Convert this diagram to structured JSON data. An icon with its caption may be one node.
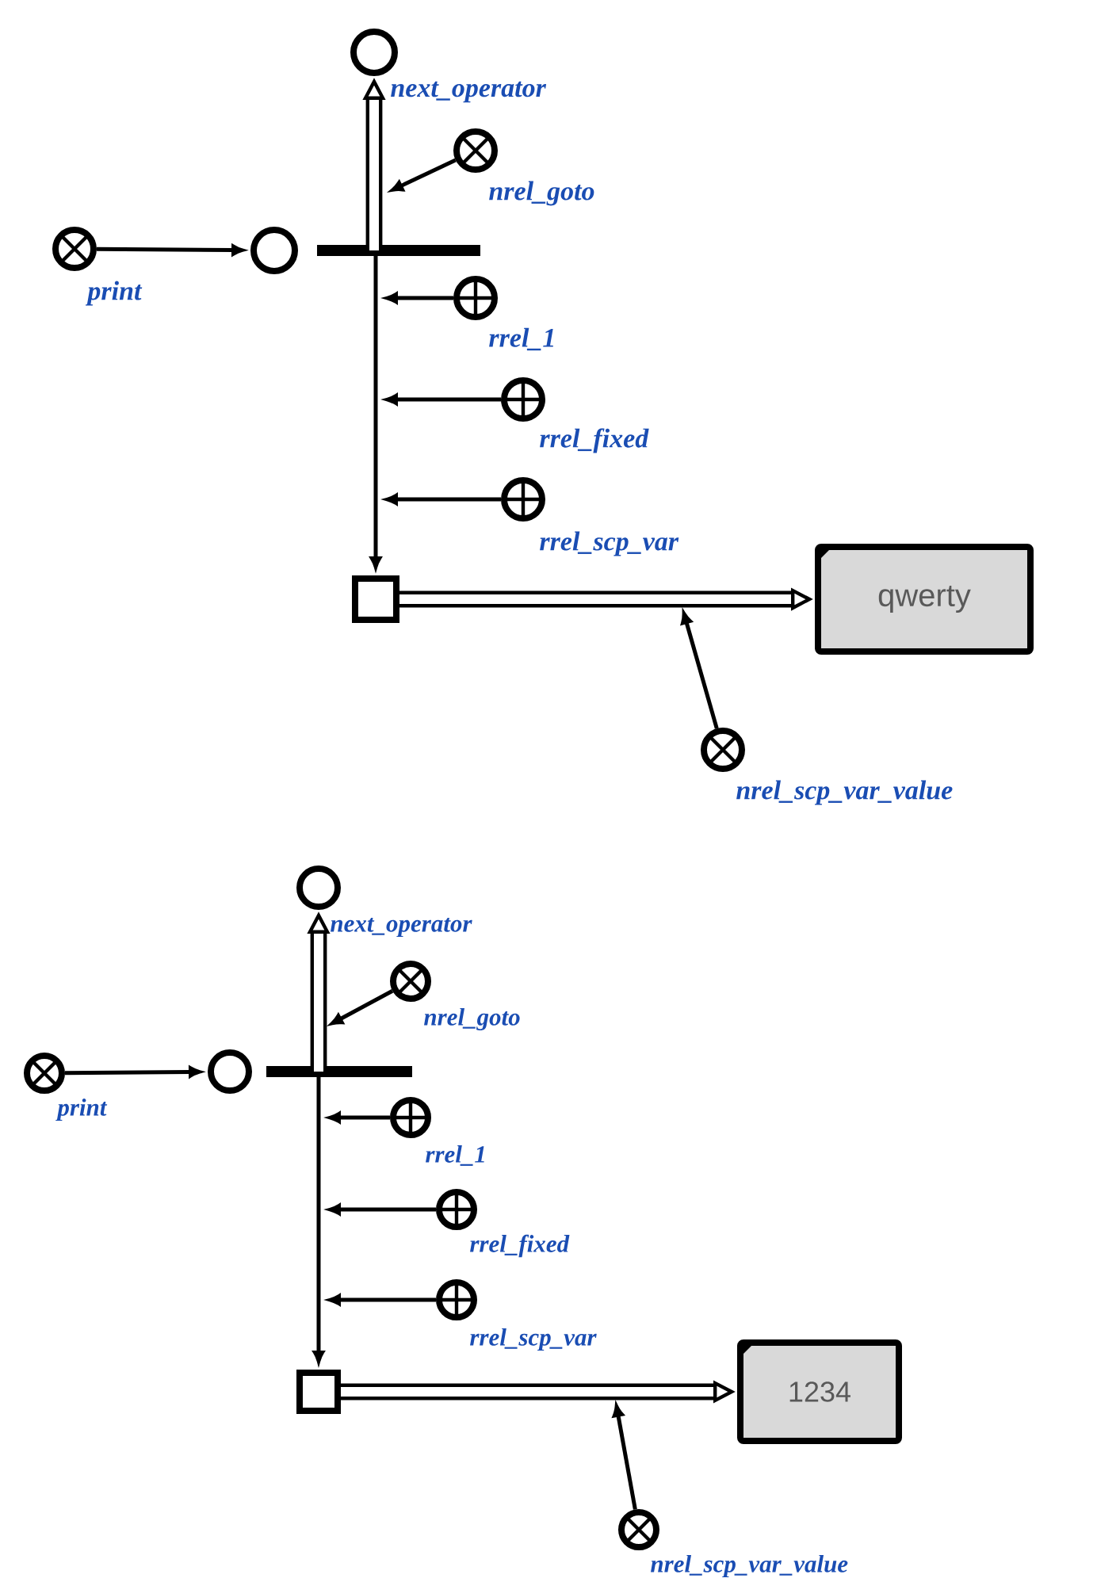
{
  "diagram": {
    "nodes": [
      {
        "text": [
          "print"
        ]
      },
      {
        "text": [],
        "shape": "circle"
      },
      {
        "text": [
          "next_operator"
        ]
      },
      {
        "text": [
          "nrel_goto"
        ]
      },
      {
        "text": [
          "rrel_1"
        ]
      },
      {
        "text": [
          "rrel_fixed"
        ]
      },
      {
        "text": [
          "rrel_scp_var"
        ]
      },
      {
        "text": [],
        "shape": "box"
      },
      {
        "text": [
          "qwerty"
        ]
      },
      {
        "text": [
          "nrel_scp_var_value"
        ]
      },
      {
        "text": [
          "print"
        ]
      },
      {
        "text": [],
        "shape": "circle"
      },
      {
        "text": [
          "next_operator"
        ]
      },
      {
        "text": [
          "nrel_goto"
        ]
      },
      {
        "text": [
          "rrel_1"
        ]
      },
      {
        "text": [
          "rrel_fixed"
        ]
      },
      {
        "text": [
          "rrel_scp_var"
        ]
      },
      {
        "text": [],
        "shape": "box"
      },
      {
        "text": [
          "1234"
        ]
      },
      {
        "text": [
          "nrel_scp_var_value"
        ]
      }
    ],
    "edges": [
      {
        "from": 0,
        "to": 1,
        "arrow": "to"
      },
      {
        "from": 1,
        "to": 2,
        "arrow": "to",
        "style": "thick"
      },
      {
        "from": 3,
        "to": null,
        "arrow": "to"
      },
      {
        "from": 1,
        "to": 7,
        "arrow": "to"
      },
      {
        "from": 4,
        "to": null,
        "arrow": "to"
      },
      {
        "from": 5,
        "to": null,
        "arrow": "to"
      },
      {
        "from": 6,
        "to": null,
        "arrow": "to"
      },
      {
        "from": 7,
        "to": 8,
        "arrow": "to",
        "style": "thick"
      },
      {
        "from": 9,
        "to": null,
        "arrow": "to"
      },
      {
        "from": 10,
        "to": 11,
        "arrow": "to"
      },
      {
        "from": 11,
        "to": 12,
        "arrow": "to",
        "style": "thick"
      },
      {
        "from": 13,
        "to": null,
        "arrow": "to"
      },
      {
        "from": 11,
        "to": 17,
        "arrow": "to"
      },
      {
        "from": 14,
        "to": null,
        "arrow": "to"
      },
      {
        "from": 15,
        "to": null,
        "arrow": "to"
      },
      {
        "from": 16,
        "to": null,
        "arrow": "to"
      },
      {
        "from": 17,
        "to": 18,
        "arrow": "to",
        "style": "thick"
      },
      {
        "from": 19,
        "to": null,
        "arrow": "to"
      }
    ]
  }
}
